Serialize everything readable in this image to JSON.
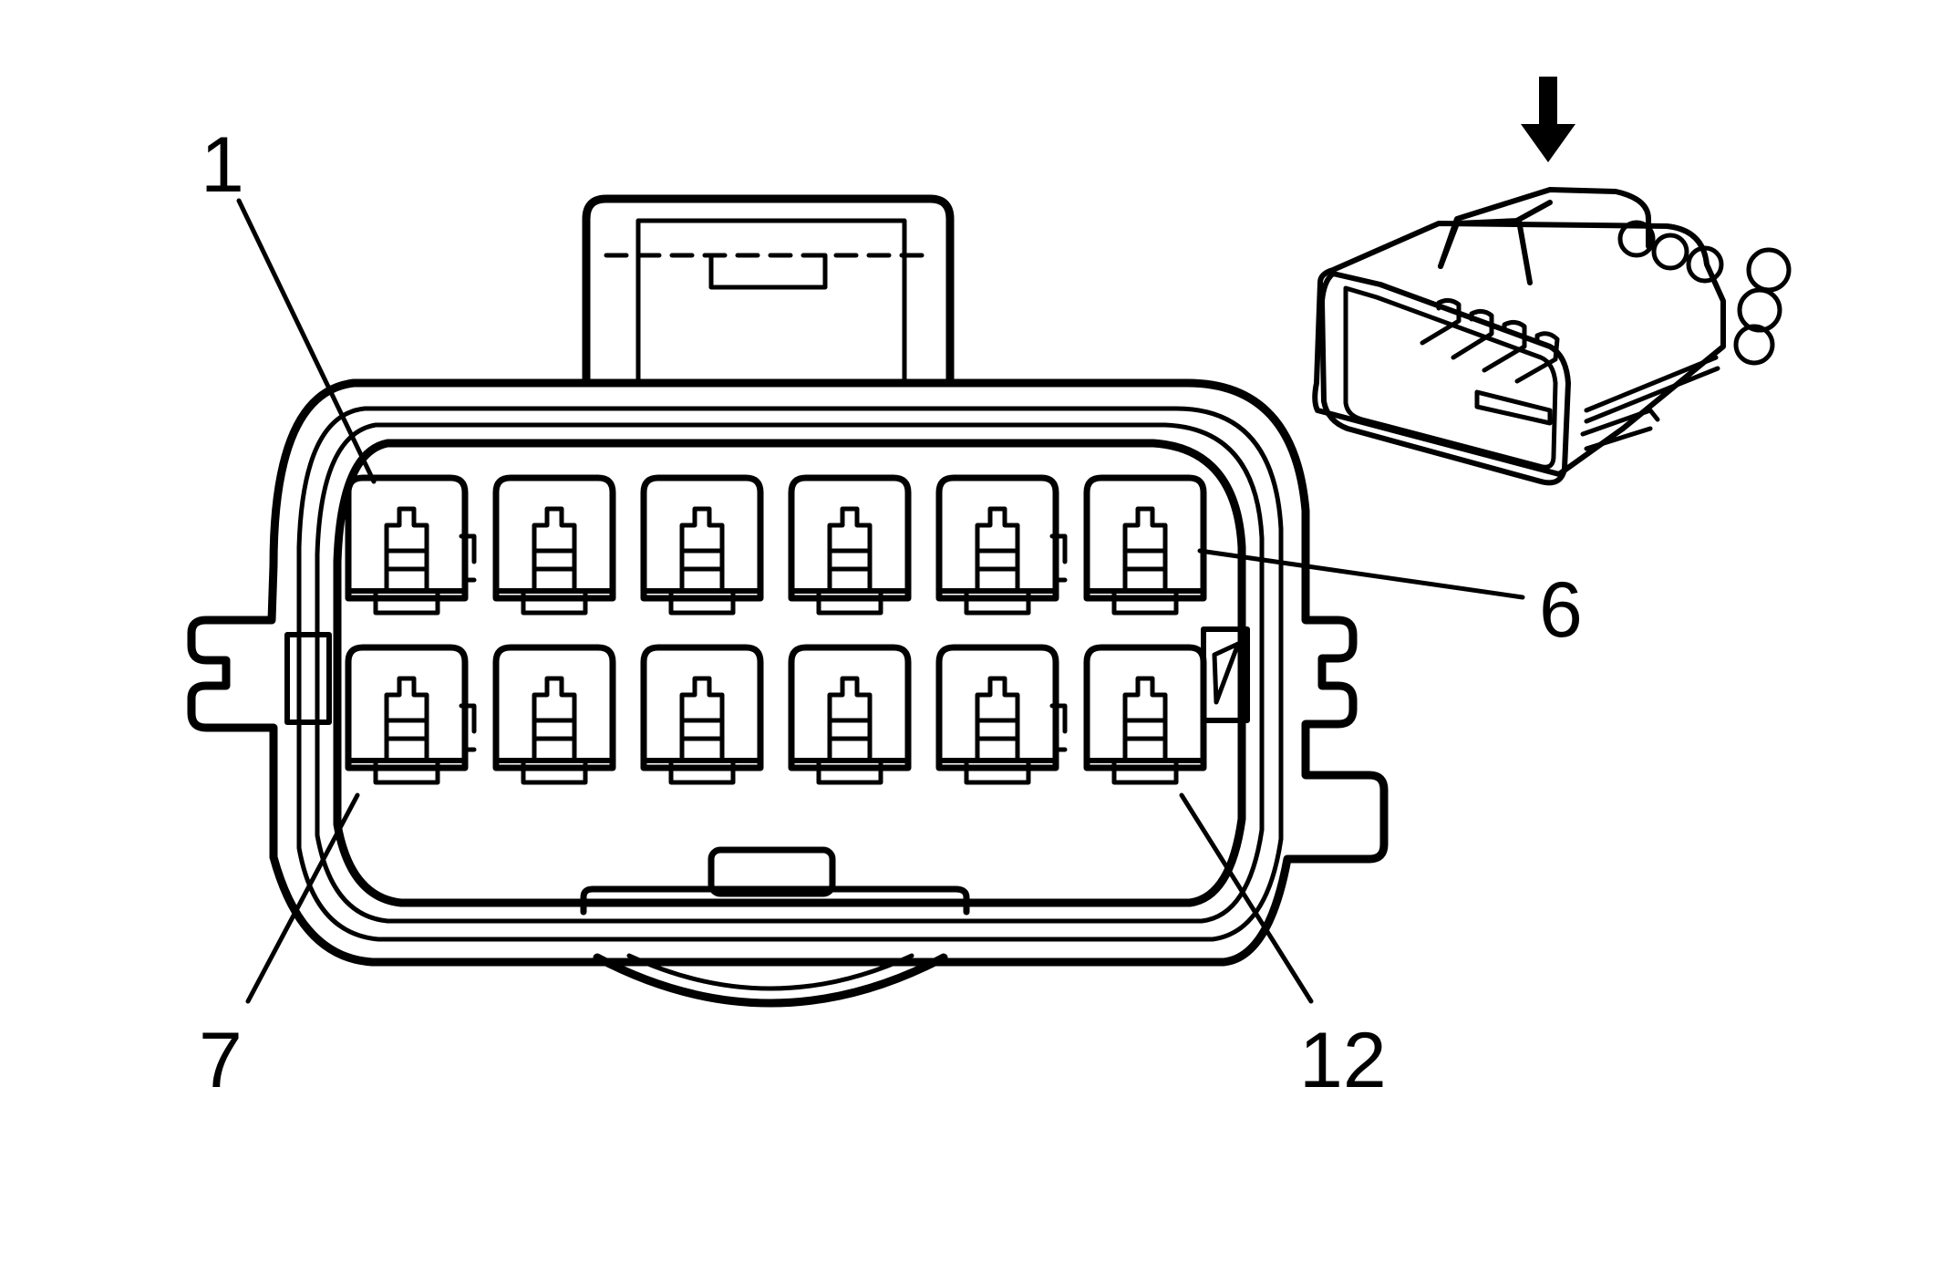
{
  "callouts": {
    "pin_1": "1",
    "pin_6": "6",
    "pin_7": "7",
    "pin_12": "12"
  },
  "connector": {
    "cavity_rows": 2,
    "cavities_per_row": 6
  },
  "colors": {
    "line": "#000000",
    "background": "#ffffff"
  },
  "icons": {
    "view_direction": "down-arrow-icon"
  }
}
